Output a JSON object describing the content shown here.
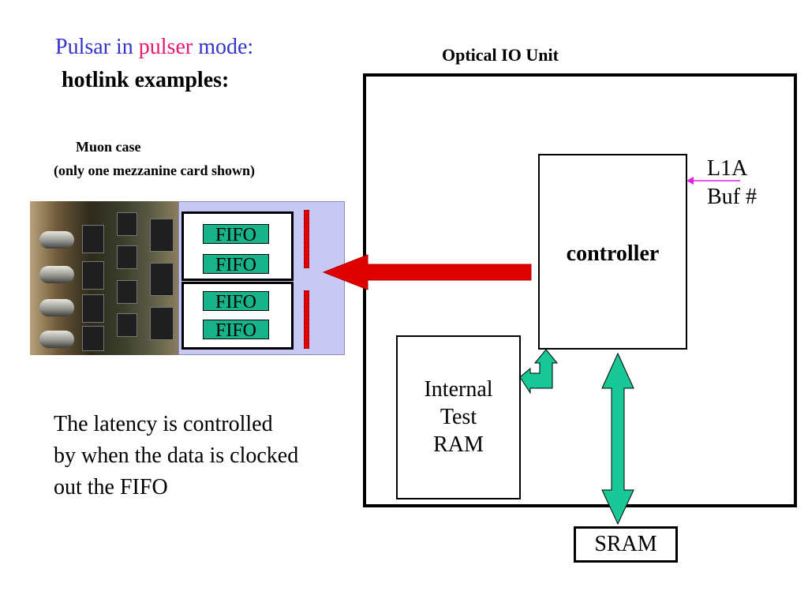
{
  "title": {
    "part1": "Pulsar in",
    "part2": "pulser",
    "part3": "mode:",
    "line2": "hotlink examples:"
  },
  "unit_title": "Optical IO Unit",
  "muon": {
    "line1": "Muon case",
    "line2": "(only one mezzanine card shown)"
  },
  "fifo_labels": [
    "FIFO",
    "FIFO",
    "FIFO",
    "FIFO"
  ],
  "controller_label": "controller",
  "l1a": {
    "line1": "L1A",
    "line2": "Buf #"
  },
  "ram": {
    "line1": "Internal",
    "line2": "Test",
    "line3": "RAM"
  },
  "sram_label": "SRAM",
  "latency": {
    "line1": "The latency is controlled",
    "line2": "by when the data is clocked",
    "line3": "out the FIFO"
  },
  "colors": {
    "title_blue": "#3333cc",
    "title_pink": "#e8186e",
    "arrow_red": "#e00000",
    "arrow_green": "#19c896",
    "fifo_green": "#19b38a",
    "mezzanine_bg": "#c8c8f5",
    "l1a_arrow": "#e020e0"
  }
}
